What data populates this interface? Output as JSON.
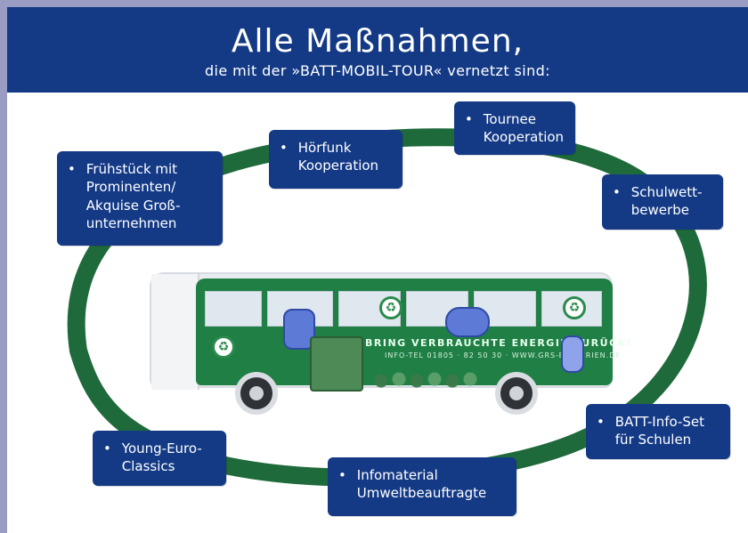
{
  "header": {
    "title": "Alle Maßnahmen,",
    "subtitle": "die mit der »BATT-MOBIL-TOUR« vernetzt sind:"
  },
  "bullet": "•",
  "boxes": [
    {
      "text": "Frühstück mit\nProminenten/\nAkquise Groß-\nunternehmen"
    },
    {
      "text": "Hörfunk\nKooperation"
    },
    {
      "text": "Tournee\nKooperation"
    },
    {
      "text": "Schulwett-\nbewerbe"
    },
    {
      "text": "BATT-Info-Set\nfür Schulen"
    },
    {
      "text": "Infomaterial\nUmweltbeauftragte"
    },
    {
      "text": "Young-Euro-\nClassics"
    }
  ],
  "bus": {
    "slogan": "BRING VERBRAUCHTE ENERGIE ZURÜCK!",
    "small_text": "INFO-TEL 01805 · 82 50 30 · WWW.GRS-BATTERIEN.DE"
  },
  "colors": {
    "header_bg": "#143a86",
    "box_bg": "#143a86",
    "ring_green": "#1f6a3b"
  }
}
